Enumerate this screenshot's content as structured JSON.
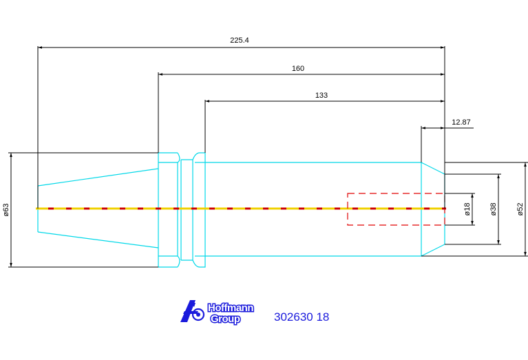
{
  "dimensions": {
    "overall_length": "225.4",
    "length_160": "160",
    "length_133": "133",
    "bore_depth": "12.87",
    "dia_63": "ø63",
    "dia_52": "ø52",
    "dia_38": "ø38",
    "dia_18": "ø18"
  },
  "logo": {
    "line1": "Hoffmann",
    "line2": "Group"
  },
  "part_number": "302630 18",
  "colors": {
    "outline": "#00d8e8",
    "dimension": "#000000",
    "centerline_red": "#cc0000",
    "centerline_yellow": "#f0d000",
    "hidden_bore": "#e00000",
    "logo_blue": "#1a1adc"
  }
}
